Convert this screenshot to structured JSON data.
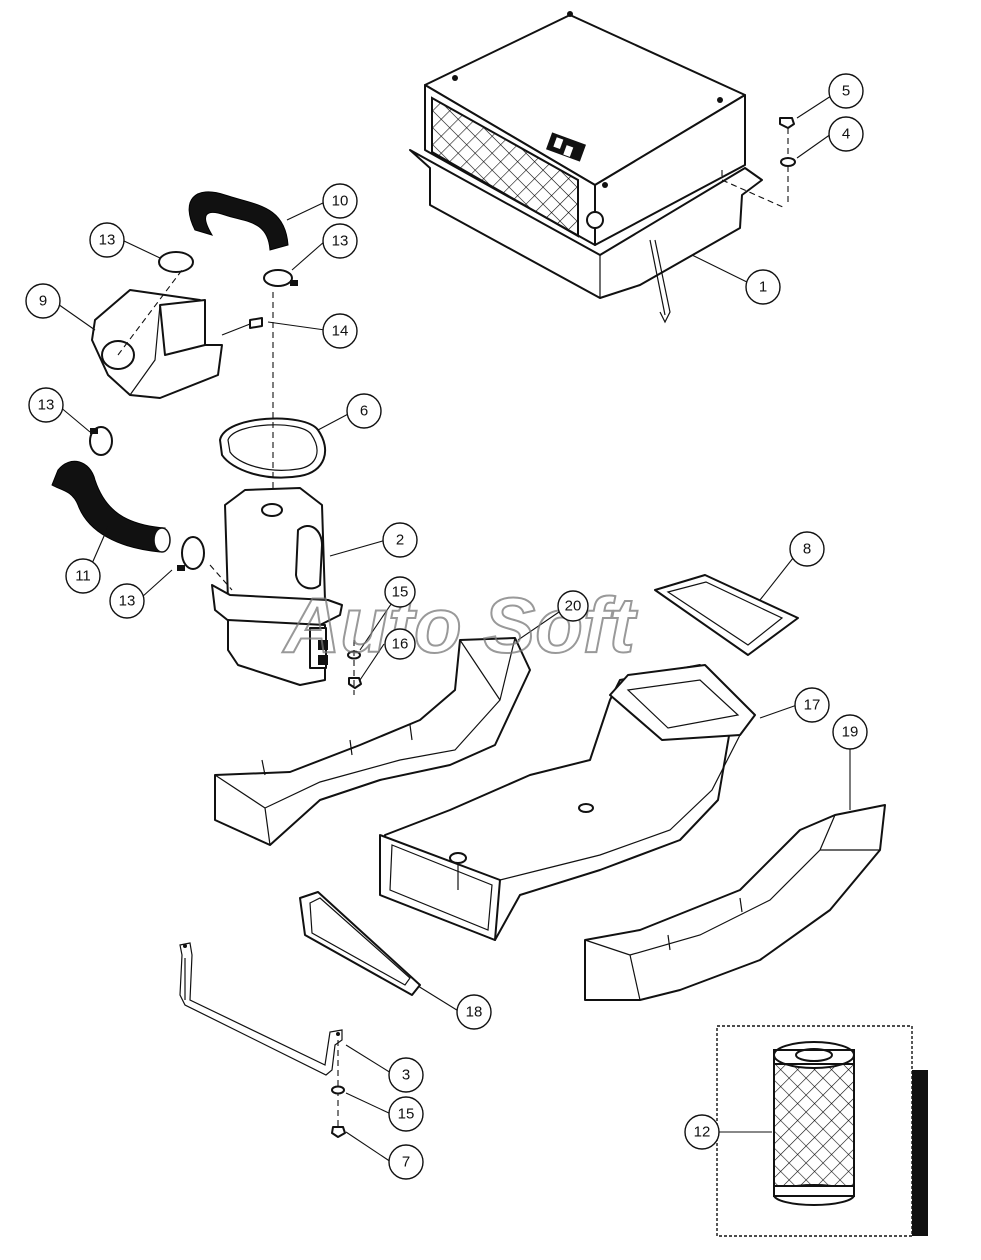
{
  "watermark": "Auto Soft",
  "callouts": [
    "1",
    "2",
    "3",
    "4",
    "5",
    "6",
    "7",
    "8",
    "9",
    "10",
    "11",
    "12",
    "13",
    "13",
    "13",
    "13",
    "14",
    "15",
    "15",
    "16",
    "17",
    "18",
    "19",
    "20"
  ]
}
